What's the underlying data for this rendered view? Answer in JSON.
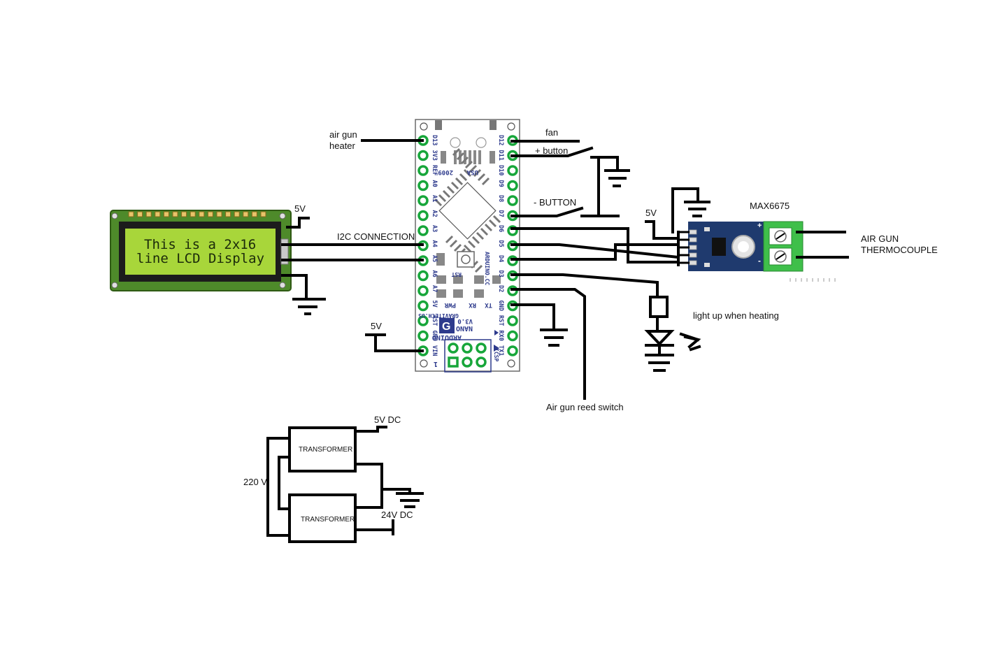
{
  "labels": {
    "air_gun_heater": "air gun\nheater",
    "fan": "fan",
    "plus_button": "+ button",
    "minus_button": "- BUTTON",
    "five_v_lcd": "5V",
    "i2c": "I2C CONNECTION",
    "five_v_max": "5V",
    "max6675": "MAX6675",
    "thermocouple": "AIR GUN\nTHERMOCOUPLE",
    "light_up": "light up when heating",
    "five_v_nano": "5V",
    "reed_switch": "Air gun reed switch",
    "five_v_dc": "5V DC",
    "twenty_four_v_dc": "24V DC",
    "two_twenty_v": "220 V",
    "transformer_1": "TRANSFORMER",
    "transformer_2": "TRANSFORMER"
  },
  "lcd": {
    "line1": "This is a 2x16",
    "line2": "line LCD Display"
  },
  "nano": {
    "left_pins": [
      "D13",
      "3V3",
      "REF",
      "A0",
      "A1",
      "A2",
      "A3",
      "A4",
      "A5",
      "A6",
      "A7",
      "5V",
      "RST",
      "GND",
      "VIN"
    ],
    "right_pins": [
      "D12",
      "D11",
      "D10",
      "D9",
      "D8",
      "D7",
      "D6",
      "D5",
      "D4",
      "D3",
      "D2",
      "GND",
      "RST",
      "RX0",
      "TX1"
    ],
    "board_text": [
      "USA",
      "2009",
      "RST",
      "ARDUINO.CC",
      "PWR",
      "RX",
      "TX",
      "GRAVITECH.US",
      "NANO",
      "V3.0",
      "ARDUINO",
      "ICSP",
      "1"
    ],
    "colors": {
      "board": "#ffffff",
      "pin_ring": "#17a63a",
      "silk": "#2d3a8c"
    }
  },
  "max_module": {
    "colors": {
      "board": "#1f3a6e",
      "terminal": "#3fbf4a"
    },
    "terminal_marks": [
      "+",
      "-"
    ]
  },
  "colors": {
    "wire": "#000000",
    "lcd_pcb": "#4e8a2a",
    "lcd_screen": "#a8d63a"
  }
}
